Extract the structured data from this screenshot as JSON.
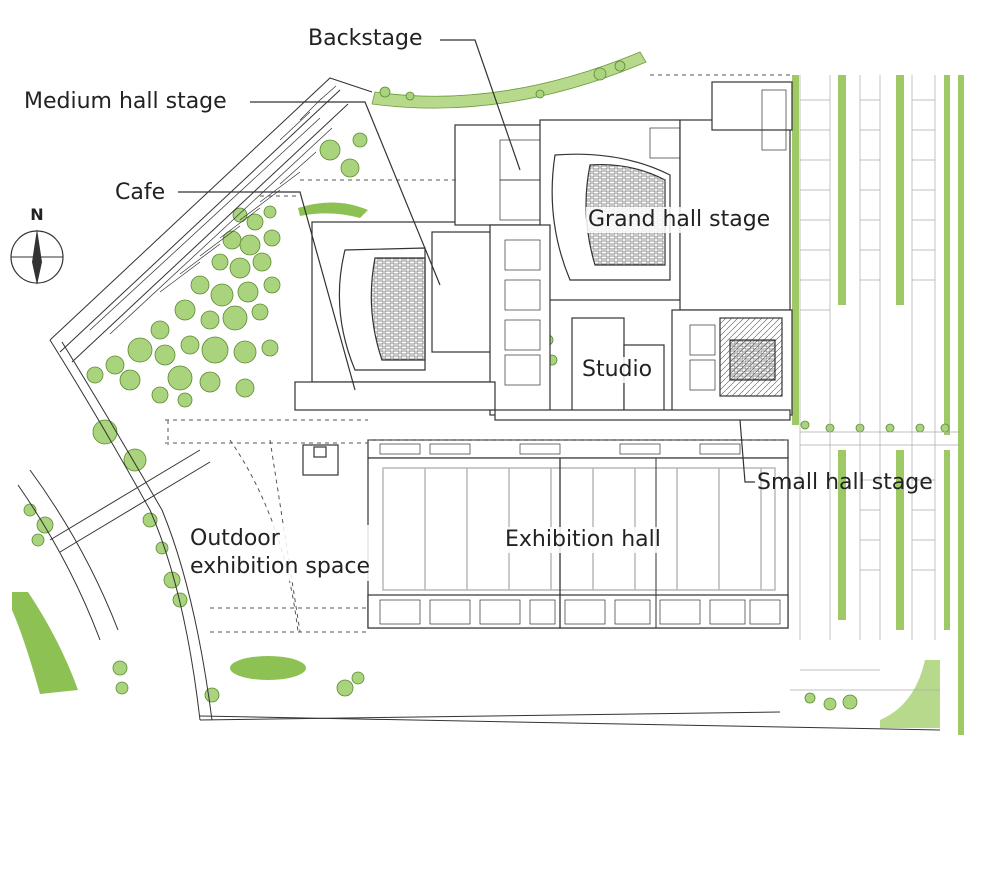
{
  "labels": {
    "backstage": "Backstage",
    "medium_hall_stage": "Medium hall stage",
    "cafe": "Cafe",
    "grand_hall_stage": "Grand hall stage",
    "studio": "Studio",
    "small_hall_stage": "Small hall stage",
    "exhibition_hall": "Exhibition hall",
    "outdoor_line1": "Outdoor",
    "outdoor_line2": "exhibition space"
  },
  "compass": {
    "north": "N"
  },
  "colors": {
    "greenery": "#8dc153",
    "greenery_light": "#b6d98c",
    "tree_fill": "#a9d37c",
    "line": "#333333",
    "parking_strip": "#9ec965"
  }
}
